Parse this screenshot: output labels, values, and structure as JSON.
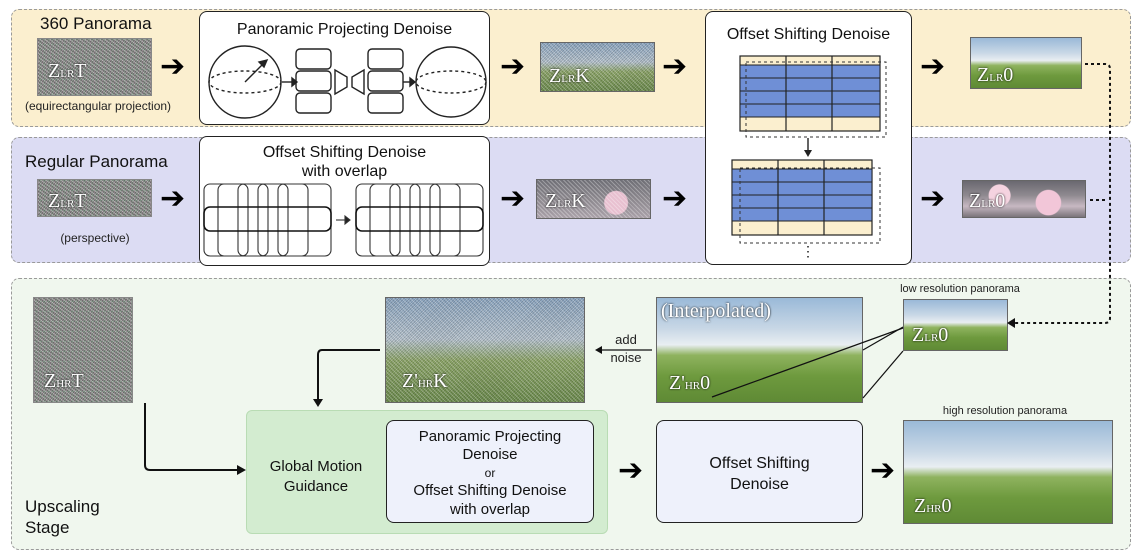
{
  "rows": {
    "pano360": {
      "label": "360 Panorama",
      "caption": "(equirectangular projection)",
      "input_main": "Z",
      "input_sub": "LR",
      "input_tail": "T",
      "mid_main": "Z",
      "mid_sub": "LR",
      "mid_tail": "K",
      "out_main": "Z",
      "out_sub": "LR",
      "out_tail": "0"
    },
    "regular": {
      "label": "Regular Panorama",
      "caption": "(perspective)",
      "input_main": "Z",
      "input_sub": "LR",
      "input_tail": "T",
      "mid_main": "Z",
      "mid_sub": "LR",
      "mid_tail": "K",
      "out_main": "Z",
      "out_sub": "LR",
      "out_tail": "0"
    }
  },
  "boxes": {
    "projecting": "Panoramic Projecting Denoise",
    "offset_overlap_line1": "Offset Shifting Denoise",
    "offset_overlap_line2": "with overlap",
    "offset_main": "Offset Shifting Denoise",
    "offset_ellipsis": "⋮"
  },
  "upscaling": {
    "stage_line1": "Upscaling",
    "stage_line2": "Stage",
    "zhr_main": "Z",
    "zhr_sub": "HR",
    "zhr_tail": "T",
    "zhrk_main": "Z'",
    "zhrk_sub": "HR",
    "zhrk_tail": "K",
    "add_noise_line1": "add",
    "add_noise_line2": "noise",
    "interpolated": "(Interpolated)",
    "zhr0i_main": "Z'",
    "zhr0i_sub": "HR",
    "zhr0i_tail": "0",
    "low_res_caption": "low resolution panorama",
    "zlr0_main": "Z",
    "zlr0_sub": "LR",
    "zlr0_tail": "0",
    "gmg_line1": "Global Motion",
    "gmg_line2": "Guidance",
    "ppd_line1": "Panoramic Projecting",
    "ppd_line2": "Denoise",
    "ppd_or": "or",
    "ppd_line3": "Offset Shifting Denoise",
    "ppd_line4": "with overlap",
    "osd_line1": "Offset Shifting",
    "osd_line2": "Denoise",
    "high_res_caption": "high resolution panorama",
    "zhr0_main": "Z",
    "zhr0_sub": "HR",
    "zhr0_tail": "0"
  },
  "colors": {
    "band_360": "#fbefcf",
    "band_regular": "#dcdcf3",
    "band_upscaling": "#f0f7ee",
    "grid_blue": "#6f8fd6",
    "guidance_green": "#d3ecd0"
  },
  "icons": [
    "sphere-icon",
    "unet-icon",
    "right-arrow-icon",
    "dotted-arrow-icon"
  ]
}
